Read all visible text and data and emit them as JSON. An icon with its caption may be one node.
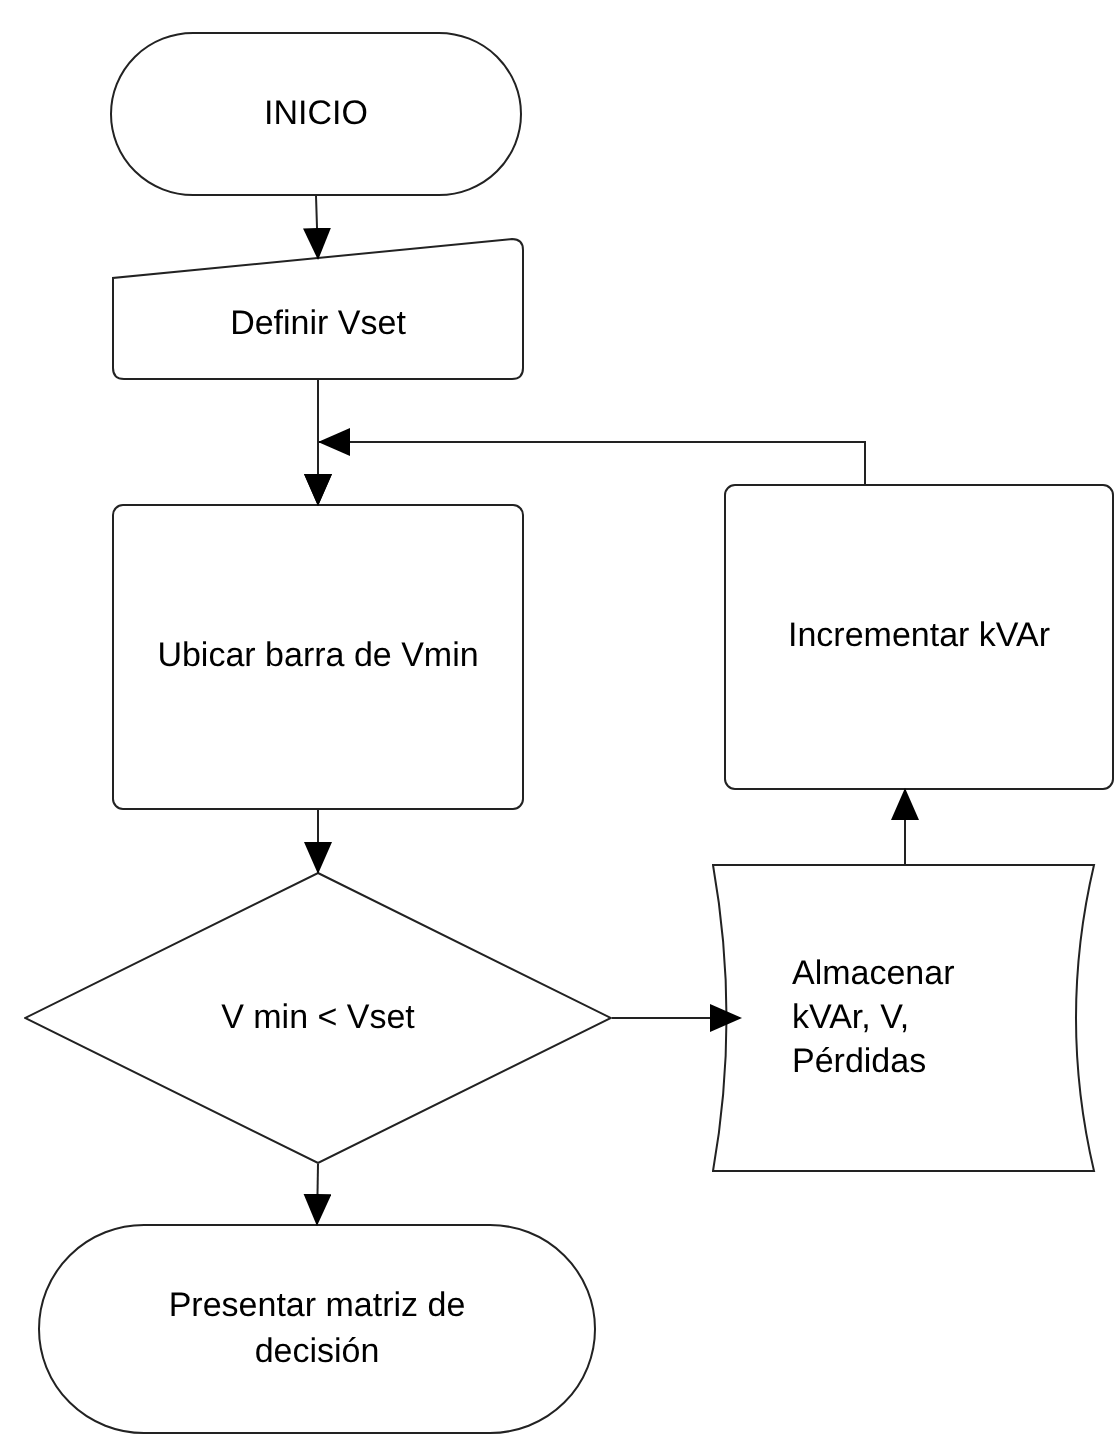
{
  "diagram": {
    "nodes": [
      {
        "text": [
          "INICIO"
        ]
      },
      {
        "text": [
          "Definir Vset"
        ]
      },
      {
        "text": [
          "Ubicar barra de Vmin"
        ]
      },
      {
        "text": [
          "V min < Vset"
        ]
      },
      {
        "text": [
          "Presentar matriz de decisión"
        ]
      },
      {
        "text": [
          "Almacenar kVAr, V, Pérdidas"
        ]
      },
      {
        "text": [
          "Incrementar kVAr"
        ]
      }
    ],
    "edges": [
      {
        "from": 0,
        "to": 1,
        "arrow": "to"
      },
      {
        "from": 1,
        "to": 2,
        "arrow": "to"
      },
      {
        "from": 2,
        "to": 3,
        "arrow": "to"
      },
      {
        "from": 3,
        "to": 4,
        "arrow": "to"
      },
      {
        "from": 3,
        "to": 5,
        "arrow": "to"
      },
      {
        "from": 5,
        "to": 6,
        "arrow": "to"
      },
      {
        "from": 6,
        "to": 2,
        "arrow": "to"
      }
    ]
  }
}
